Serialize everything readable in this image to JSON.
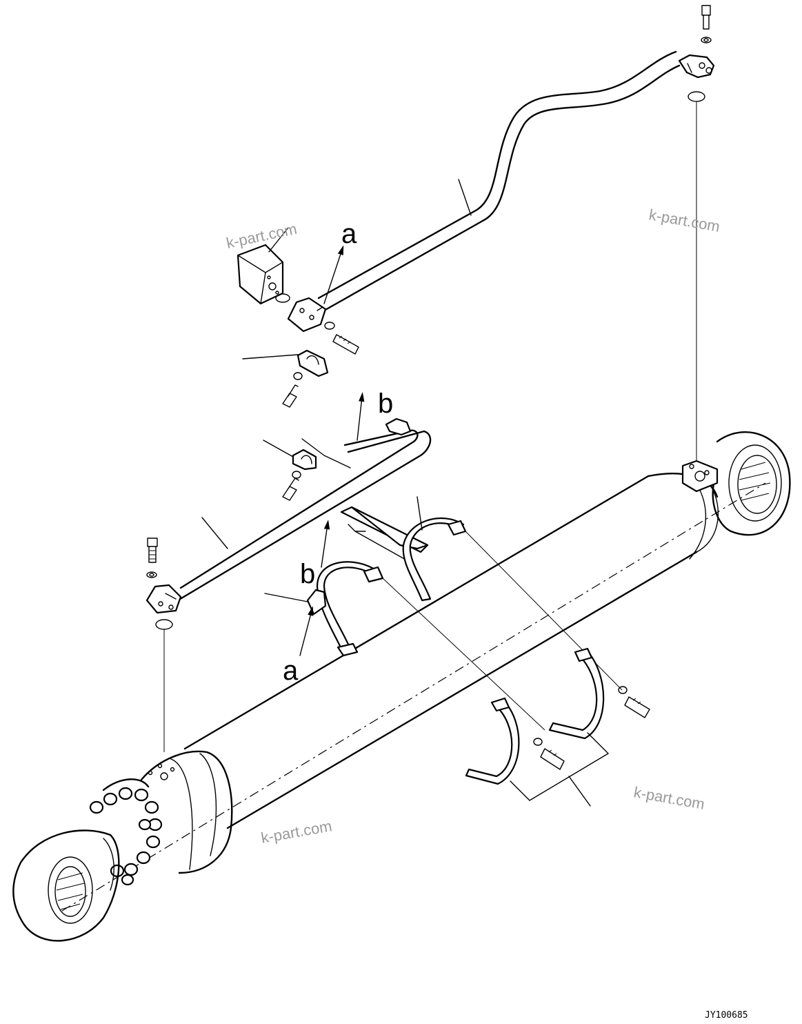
{
  "labels": {
    "a_top": "a",
    "b_top": "b",
    "b_mid": "b",
    "a_bottom": "a"
  },
  "watermark": "k-part.com",
  "drawing_code": "JY100685"
}
